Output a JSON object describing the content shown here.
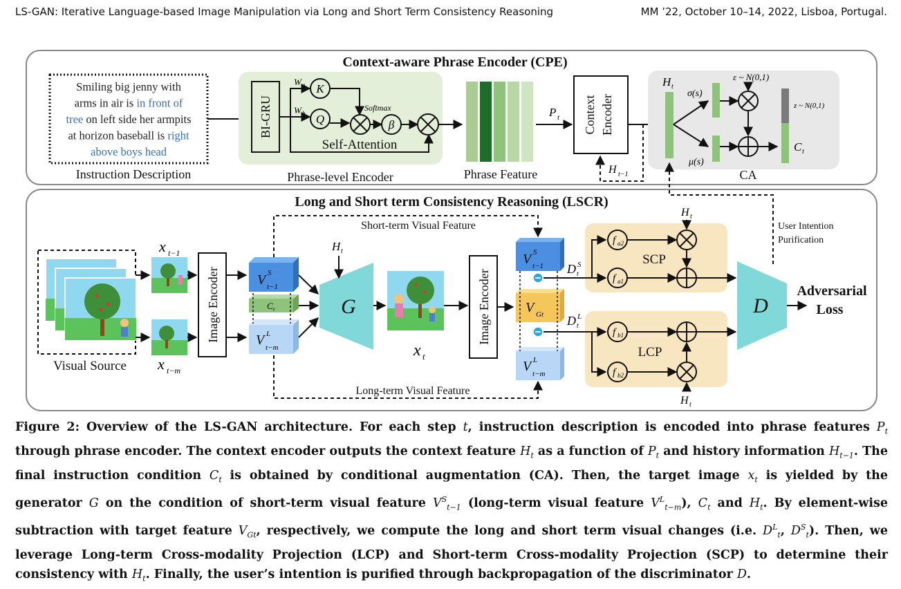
{
  "header": {
    "left": "LS-GAN: Iterative Language-based Image Manipulation via Long and Short Term Consistency Reasoning",
    "right": "MM ’22, October 10–14, 2022, Lisboa, Portugal."
  },
  "figure": {
    "cpe_title": "Context-aware Phrase Encoder (CPE)",
    "lscr_title": "Long and Short term Consistency Reasoning (LSCR)",
    "instruction_lines": [
      [
        {
          "t": "Smiling big jenny with",
          "c": "dark"
        }
      ],
      [
        {
          "t": "arms in air is ",
          "c": "dark"
        },
        {
          "t": "in front of",
          "c": "blue"
        }
      ],
      [
        {
          "t": "tree",
          "c": "blue"
        },
        {
          "t": " on left side her armpits",
          "c": "dark"
        }
      ],
      [
        {
          "t": "at horizon baseball is ",
          "c": "dark"
        },
        {
          "t": "right",
          "c": "blue"
        }
      ],
      [
        {
          "t": "above boys head",
          "c": "blue"
        }
      ]
    ],
    "instruction_label": "Instruction Description",
    "bigru": "BI-GRU",
    "wa": "W",
    "wa_sub": "a",
    "wb": "W",
    "wb_sub": "b",
    "k": "K",
    "q": "Q",
    "beta": "β",
    "softmax": "Softmax",
    "self_attention": "Self-Attention",
    "phrase_encoder_label": "Phrase-level Encoder",
    "phrase_feature_label": "Phrase Feature",
    "pt": "P",
    "pt_sub": "t",
    "context_encoder": [
      "Context",
      "Encoder"
    ],
    "h_prev": "H",
    "h_prev_sub": "t−1",
    "ht": "H",
    "ht_sub": "t",
    "sigma": "σ(s)",
    "mu": "μ(s)",
    "epsilon": "ε ~ N(0,1)",
    "z_label": "z ~ N(0,1)",
    "ct": "C",
    "ct_sub": "t",
    "ca_label": "CA",
    "visual_source_label": "Visual Source",
    "x_prev": "x",
    "x_prev_sub": "t−1",
    "x_m": "x",
    "x_m_sub": "t−m",
    "image_encoder": "Image Encoder",
    "short_term_label": "Short-term Visual Feature",
    "long_term_label": "Long-term Visual Feature",
    "g_label": "G",
    "xt": "x",
    "xt_sub": "t",
    "scp": "SCP",
    "lcp": "LCP",
    "fa2": "f",
    "fa2_sub": "a2",
    "fa1": "f",
    "fa1_sub": "a1",
    "fb1": "f",
    "fb1_sub": "b1",
    "fb2": "f",
    "fb2_sub": "b2",
    "d_label": "D",
    "adversarial_loss": [
      "Adversarial",
      "Loss"
    ],
    "user_intention": [
      "User Intention",
      "Purification"
    ],
    "colors": {
      "blue_text": "#3b6fb6",
      "green_panel": "#e4efd9",
      "tan_panel": "#f7e6c0",
      "grey_panel": "#e8e8e8",
      "generator": "#80d8d8",
      "feat_blue": "#4a8fe0",
      "feat_light": "#b8d6f5",
      "feat_green": "#8fc27a",
      "feat_yellow": "#f5c75a"
    }
  },
  "caption": [
    {
      "t": "Figure 2: Overview of the LS-GAN architecture. For each step "
    },
    {
      "t": "t",
      "i": true
    },
    {
      "t": ", instruction description is encoded into phrase features "
    },
    {
      "t": "P",
      "i": true
    },
    {
      "t": "t",
      "sub": true
    },
    {
      "t": " through phrase encoder. The context encoder outputs the context feature "
    },
    {
      "t": "H",
      "i": true
    },
    {
      "t": "t",
      "sub": true
    },
    {
      "t": " as a function of "
    },
    {
      "t": "P",
      "i": true
    },
    {
      "t": "t",
      "sub": true
    },
    {
      "t": " and history information "
    },
    {
      "t": "H",
      "i": true
    },
    {
      "t": "t−1",
      "sub": true
    },
    {
      "t": ". The final instruction condition "
    },
    {
      "t": "C",
      "i": true
    },
    {
      "t": "t",
      "sub": true
    },
    {
      "t": " is obtained by conditional augmentation (CA). Then, the target image "
    },
    {
      "t": "x",
      "i": true
    },
    {
      "t": "t",
      "sub": true
    },
    {
      "t": " is yielded by the generator "
    },
    {
      "t": "G",
      "i": true
    },
    {
      "t": " on the condition of short-term visual feature "
    },
    {
      "t": "V",
      "i": true
    },
    {
      "t": "S",
      "sup": true
    },
    {
      "t": "t−1",
      "sub": true
    },
    {
      "t": " (long-term visual feature "
    },
    {
      "t": "V",
      "i": true
    },
    {
      "t": "L",
      "sup": true
    },
    {
      "t": "t−m",
      "sub": true
    },
    {
      "t": "), "
    },
    {
      "t": "C",
      "i": true
    },
    {
      "t": "t",
      "sub": true
    },
    {
      "t": " and "
    },
    {
      "t": "H",
      "i": true
    },
    {
      "t": "t",
      "sub": true
    },
    {
      "t": ". By element-wise subtraction with target feature "
    },
    {
      "t": "V",
      "i": true
    },
    {
      "t": "Gt",
      "sub": true
    },
    {
      "t": ", respectively, we compute the long and short term visual changes (i.e. "
    },
    {
      "t": "D",
      "i": true
    },
    {
      "t": "L",
      "sup": true
    },
    {
      "t": "t",
      "sub": true
    },
    {
      "t": ", "
    },
    {
      "t": "D",
      "i": true
    },
    {
      "t": "S",
      "sup": true
    },
    {
      "t": "t",
      "sub": true
    },
    {
      "t": "). Then, we leverage Long-term Cross-modality Projection (LCP) and Short-term Cross-modality Projection (SCP) to determine their consistency with "
    },
    {
      "t": "H",
      "i": true
    },
    {
      "t": "t",
      "sub": true
    },
    {
      "t": ". Finally, the user’s intention is purified through backpropagation of the discriminator "
    },
    {
      "t": "D",
      "i": true
    },
    {
      "t": "."
    }
  ]
}
